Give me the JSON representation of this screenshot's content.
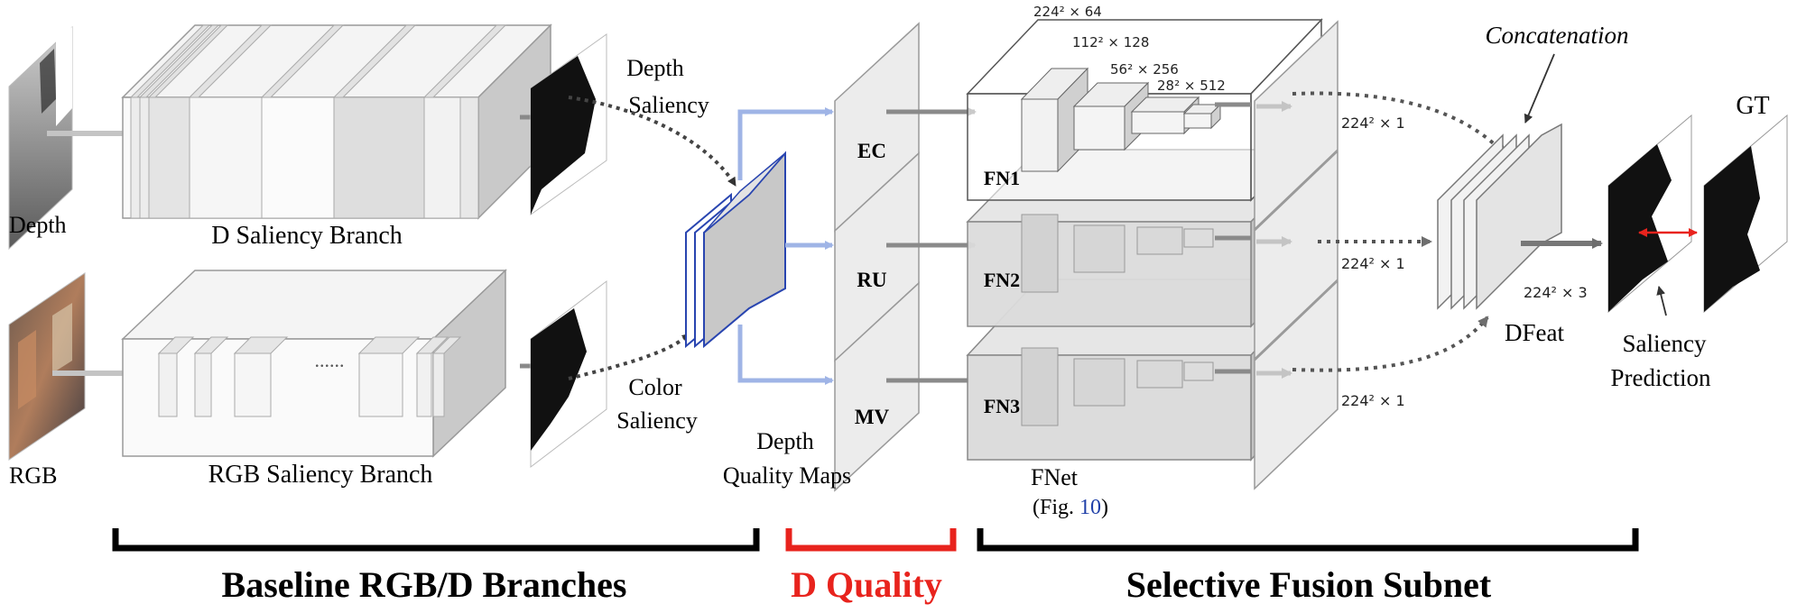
{
  "labels": {
    "depth_input": "Depth",
    "rgb_input": "RGB",
    "d_branch": "D Saliency Branch",
    "rgb_branch": "RGB Saliency Branch",
    "depth_saliency_1": "Depth",
    "depth_saliency_2": "Saliency",
    "color_saliency_1": "Color",
    "color_saliency_2": "Saliency",
    "dots": "......",
    "ec": "EC",
    "ru": "RU",
    "mv": "MV",
    "dq_maps_1": "Depth",
    "dq_maps_2": "Quality Maps",
    "fn1": "FN1",
    "fn2": "FN2",
    "fn3": "FN3",
    "fnet": "FNet",
    "fig_ref_pre": "(Fig. ",
    "fig_ref_num": "10",
    "fig_ref_post": ")",
    "dim_64": "224² × 64",
    "dim_128": "112² × 128",
    "dim_256": "56² × 256",
    "dim_512": "28² × 512",
    "dim_out1": "224² × 1",
    "dim_out2": "224² × 1",
    "dim_out3": "224² × 1",
    "dim_cat": "224² × 3",
    "concatenation": "Concatenation",
    "dfeat": "DFeat",
    "saliency_pred_1": "Saliency",
    "saliency_pred_2": "Prediction",
    "gt": "GT",
    "section_baseline": "Baseline RGB/D Branches",
    "section_dquality": "D Quality",
    "section_fusion": "Selective Fusion Subnet"
  },
  "colors": {
    "accent_red": "#e8231d",
    "fig_link_blue": "#1f3fa8",
    "fusion_line_blue": "#9fb4e6",
    "frame_blue": "#2945b0"
  },
  "icons": {
    "depth_map": "depth-image-thumbnail",
    "rgb_photo": "rgb-image-thumbnail",
    "saliency_map": "saliency-map-thumbnail"
  }
}
